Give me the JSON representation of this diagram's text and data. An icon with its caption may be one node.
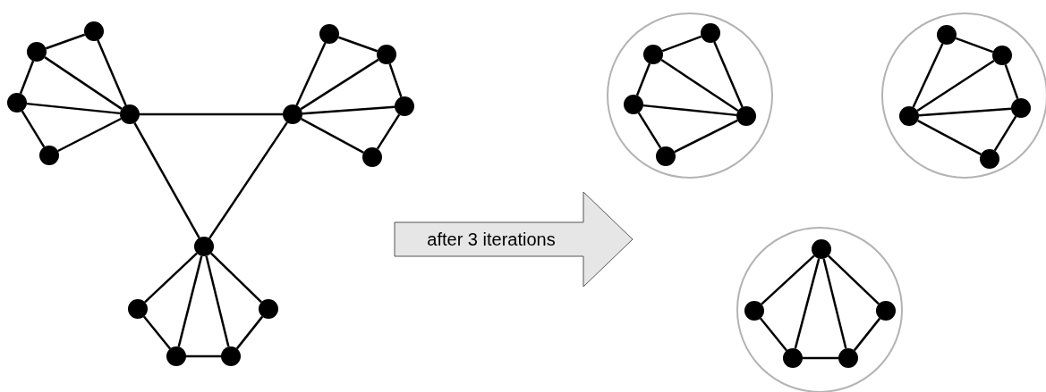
{
  "diagram": {
    "nodes": [
      {
        "text": [],
        "shape": "circle"
      },
      {
        "text": [],
        "shape": "circle"
      },
      {
        "text": [],
        "shape": "circle"
      },
      {
        "text": [],
        "shape": "circle"
      },
      {
        "text": [],
        "shape": "circle"
      },
      {
        "text": [],
        "shape": "circle"
      },
      {
        "text": [],
        "shape": "circle"
      },
      {
        "text": [],
        "shape": "circle"
      },
      {
        "text": [],
        "shape": "circle"
      },
      {
        "text": [],
        "shape": "circle"
      },
      {
        "text": [],
        "shape": "circle"
      },
      {
        "text": [],
        "shape": "circle"
      },
      {
        "text": [],
        "shape": "circle"
      },
      {
        "text": [],
        "shape": "circle"
      },
      {
        "text": [],
        "shape": "circle"
      },
      {
        "text": [
          "after 3 iterations"
        ]
      },
      {
        "text": [],
        "shape": "circle"
      },
      {
        "text": [],
        "shape": "circle",
        "in": 16
      },
      {
        "text": [],
        "shape": "circle",
        "in": 16
      },
      {
        "text": [],
        "shape": "circle",
        "in": 16
      },
      {
        "text": [],
        "shape": "circle",
        "in": 16
      },
      {
        "text": [],
        "shape": "circle",
        "in": 16
      },
      {
        "text": [],
        "shape": "circle"
      },
      {
        "text": [],
        "shape": "circle",
        "in": 22
      },
      {
        "text": [],
        "shape": "circle",
        "in": 22
      },
      {
        "text": [],
        "shape": "circle",
        "in": 22
      },
      {
        "text": [],
        "shape": "circle",
        "in": 22
      },
      {
        "text": [],
        "shape": "circle",
        "in": 22
      },
      {
        "text": [],
        "shape": "circle"
      },
      {
        "text": [],
        "shape": "circle",
        "in": 28
      },
      {
        "text": [],
        "shape": "circle",
        "in": 28
      },
      {
        "text": [],
        "shape": "circle",
        "in": 28
      },
      {
        "text": [],
        "shape": "circle",
        "in": 28
      },
      {
        "text": [],
        "shape": "circle",
        "in": 28
      }
    ],
    "edges": [
      {
        "from": 0,
        "to": 1,
        "arrow": "none"
      },
      {
        "from": 0,
        "to": 2,
        "arrow": "none"
      },
      {
        "from": 0,
        "to": 3,
        "arrow": "none"
      },
      {
        "from": 0,
        "to": 4,
        "arrow": "none"
      },
      {
        "from": 1,
        "to": 2,
        "arrow": "none"
      },
      {
        "from": 2,
        "to": 3,
        "arrow": "none"
      },
      {
        "from": 3,
        "to": 4,
        "arrow": "none"
      },
      {
        "from": 5,
        "to": 6,
        "arrow": "none"
      },
      {
        "from": 5,
        "to": 7,
        "arrow": "none"
      },
      {
        "from": 5,
        "to": 8,
        "arrow": "none"
      },
      {
        "from": 5,
        "to": 9,
        "arrow": "none"
      },
      {
        "from": 6,
        "to": 7,
        "arrow": "none"
      },
      {
        "from": 7,
        "to": 8,
        "arrow": "none"
      },
      {
        "from": 8,
        "to": 9,
        "arrow": "none"
      },
      {
        "from": 10,
        "to": 11,
        "arrow": "none"
      },
      {
        "from": 10,
        "to": 12,
        "arrow": "none"
      },
      {
        "from": 10,
        "to": 13,
        "arrow": "none"
      },
      {
        "from": 10,
        "to": 14,
        "arrow": "none"
      },
      {
        "from": 11,
        "to": 12,
        "arrow": "none"
      },
      {
        "from": 12,
        "to": 13,
        "arrow": "none"
      },
      {
        "from": 13,
        "to": 14,
        "arrow": "none"
      },
      {
        "from": 0,
        "to": 5,
        "arrow": "none"
      },
      {
        "from": 0,
        "to": 10,
        "arrow": "none"
      },
      {
        "from": 5,
        "to": 10,
        "arrow": "none"
      },
      {
        "from": 17,
        "to": 18,
        "arrow": "none"
      },
      {
        "from": 17,
        "to": 19,
        "arrow": "none"
      },
      {
        "from": 17,
        "to": 20,
        "arrow": "none"
      },
      {
        "from": 17,
        "to": 21,
        "arrow": "none"
      },
      {
        "from": 18,
        "to": 19,
        "arrow": "none"
      },
      {
        "from": 19,
        "to": 20,
        "arrow": "none"
      },
      {
        "from": 20,
        "to": 21,
        "arrow": "none"
      },
      {
        "from": 23,
        "to": 24,
        "arrow": "none"
      },
      {
        "from": 23,
        "to": 25,
        "arrow": "none"
      },
      {
        "from": 23,
        "to": 26,
        "arrow": "none"
      },
      {
        "from": 23,
        "to": 27,
        "arrow": "none"
      },
      {
        "from": 24,
        "to": 25,
        "arrow": "none"
      },
      {
        "from": 25,
        "to": 26,
        "arrow": "none"
      },
      {
        "from": 26,
        "to": 27,
        "arrow": "none"
      },
      {
        "from": 29,
        "to": 30,
        "arrow": "none"
      },
      {
        "from": 29,
        "to": 31,
        "arrow": "none"
      },
      {
        "from": 29,
        "to": 32,
        "arrow": "none"
      },
      {
        "from": 29,
        "to": 33,
        "arrow": "none"
      },
      {
        "from": 30,
        "to": 31,
        "arrow": "none"
      },
      {
        "from": 31,
        "to": 32,
        "arrow": "none"
      },
      {
        "from": 32,
        "to": 33,
        "arrow": "none"
      }
    ]
  }
}
